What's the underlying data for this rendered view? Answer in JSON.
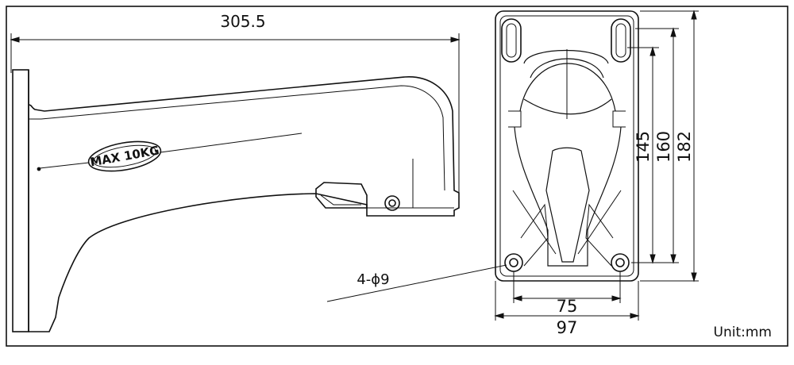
{
  "labels": {
    "length": "305.5",
    "load": "MAX 10KG",
    "holes": "4-ϕ9",
    "spacing_horizontal": "75",
    "width": "97",
    "spacing_vertical": "145",
    "slot_height": "160",
    "height": "182",
    "unit": "Unit:mm"
  }
}
